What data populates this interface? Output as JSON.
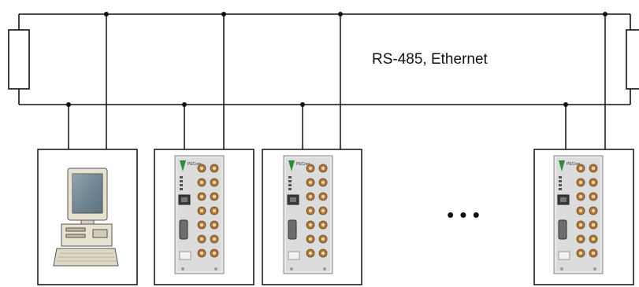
{
  "bus": {
    "label": "RS-485, Ethernet"
  },
  "nodes": [
    {
      "id": "pc",
      "kind": "pc-workstation"
    },
    {
      "id": "controller-1",
      "kind": "controller-module",
      "brand": "PECom"
    },
    {
      "id": "controller-2",
      "kind": "controller-module",
      "brand": "PECom"
    },
    {
      "id": "controller-n",
      "kind": "controller-module",
      "brand": "PECom"
    }
  ],
  "ellipsis": "• • •",
  "colors": {
    "line": "#111111",
    "module_body": "#dcdcdc",
    "module_logo": "#2f8a3a",
    "connector": "#b07a3a",
    "pc_body": "#e6e2cf"
  }
}
